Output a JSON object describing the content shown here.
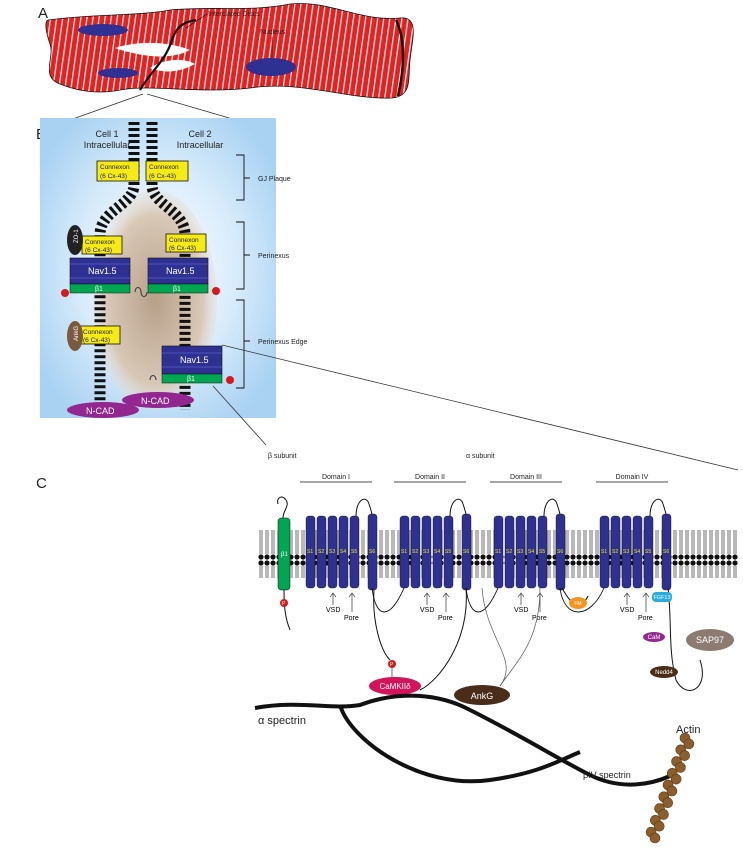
{
  "panel_labels": {
    "a": "A",
    "b": "B",
    "c": "C"
  },
  "panel_a": {
    "intercalated_discs": "Interclated Discs",
    "nucleus": "Nucleus"
  },
  "panel_b": {
    "cell1": "Cell 1 Intracellular",
    "cell1_l1": "Cell 1",
    "cell1_l2": "Intracellular",
    "cell2_l1": "Cell 2",
    "cell2_l2": "Intracellular",
    "connexon": "Connexon",
    "cx43": "(6 Cx-43)",
    "nav": "Nav1.5",
    "beta1": "β1",
    "zo1": "ZO-1",
    "ankg": "AnkG",
    "ncad": "N-CAD",
    "gj_plaque": "GJ Plaque",
    "perinexus": "Perinexus",
    "perinexus_edge": "Perinexus Edge"
  },
  "panel_c": {
    "beta_subunit": "β subunit",
    "alpha_subunit": "α subunit",
    "domains": [
      "Domain I",
      "Domain II",
      "Domain III",
      "Domain IV"
    ],
    "segments": [
      "S1",
      "S2",
      "S3",
      "S4",
      "S5",
      "S6"
    ],
    "vsd": "VSD",
    "pore": "Pore",
    "phospho": "P",
    "fm": "FM",
    "fgf13": "FGF13",
    "cam": "CaM",
    "sap97": "SAP97",
    "nedd4": "Nedd4",
    "camkii": "CaMKIIδ",
    "ankg": "AnkG",
    "alpha_spectrin": "α spectrin",
    "beta_iv_spectrin": "βIV spectrin",
    "actin": "Actin"
  },
  "colors": {
    "myocyte": "#e8201f",
    "nucleus": "#2e3192",
    "connexon": "#f6eb14",
    "nav": "#2e3192",
    "beta": "#00a651",
    "ncad": "#92278f",
    "camkii": "#d4145a",
    "ankg": "#4a2c1a",
    "fm": "#f7941d",
    "fgf13": "#29abe2",
    "sap97": "#8c7b70",
    "actin": "#8b5e2b"
  }
}
